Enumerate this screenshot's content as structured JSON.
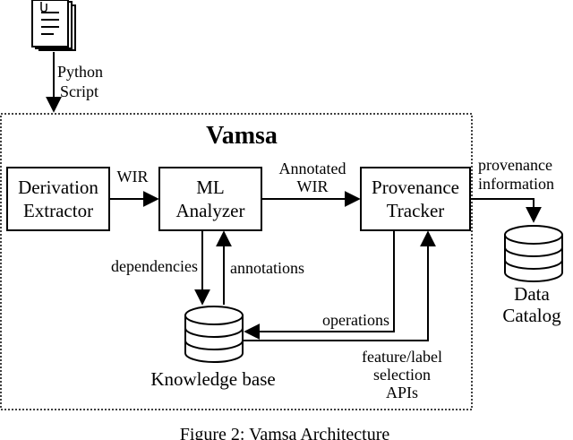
{
  "title": "Vamsa",
  "caption": "Figure 2: Vamsa Architecture",
  "icons": {
    "script": "document-stack-icon",
    "knowledge_base": "database-icon",
    "data_catalog": "database-icon"
  },
  "nodes": {
    "python_script": {
      "line1": "Python",
      "line2": "Script"
    },
    "derivation_extractor": {
      "line1": "Derivation",
      "line2": "Extractor"
    },
    "ml_analyzer": {
      "line1": "ML",
      "line2": "Analyzer"
    },
    "provenance_tracker": {
      "line1": "Provenance",
      "line2": "Tracker"
    },
    "knowledge_base": {
      "label": "Knowledge base"
    },
    "data_catalog": {
      "line1": "Data",
      "line2": "Catalog"
    }
  },
  "edges": {
    "wir": "WIR",
    "annotated_wir": {
      "line1": "Annotated",
      "line2": "WIR"
    },
    "provenance_information": {
      "line1": "provenance",
      "line2": "information"
    },
    "dependencies": "dependencies",
    "annotations": "annotations",
    "operations": "operations",
    "feature_label_apis": {
      "line1": "feature/label",
      "line2": "selection",
      "line3": "APIs"
    }
  }
}
